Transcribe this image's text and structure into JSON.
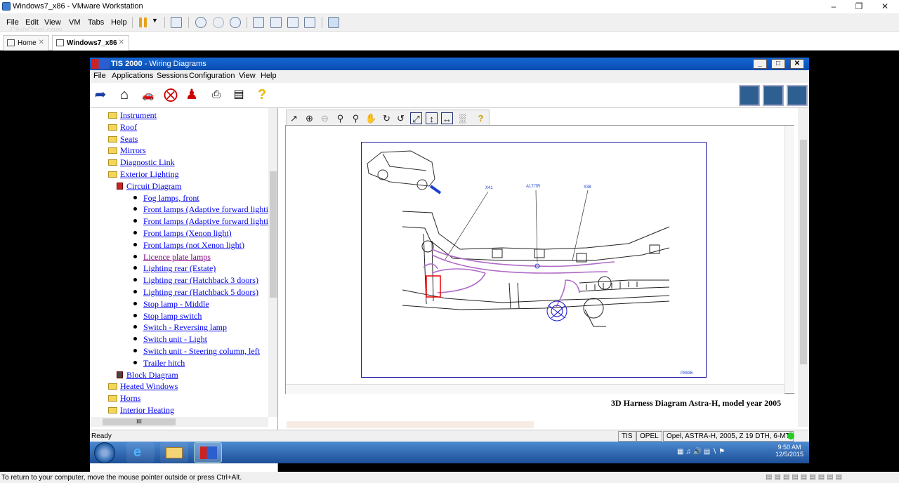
{
  "vm": {
    "title": "Windows7_x86 - VMware Workstation",
    "menu": [
      "File",
      "Edit",
      "View",
      "VM",
      "Tabs",
      "Help"
    ],
    "tabs": [
      {
        "label": "Home"
      },
      {
        "label": "Windows7_x86"
      }
    ],
    "watermark": "ClubOpel.com",
    "status": "To return to your computer, move the mouse pointer outside or press Ctrl+Alt."
  },
  "tis": {
    "title_app": "TIS 2000",
    "title_rest": " - Wiring Diagrams",
    "menu": [
      "File",
      "Applications",
      "Sessions",
      "Configuration",
      "View",
      "Help"
    ],
    "tree": [
      {
        "label": "Instrument",
        "type": "folder"
      },
      {
        "label": "Roof",
        "type": "folder"
      },
      {
        "label": "Seats",
        "type": "folder"
      },
      {
        "label": "Mirrors",
        "type": "folder"
      },
      {
        "label": "Diagnostic Link",
        "type": "folder"
      },
      {
        "label": "Exterior Lighting",
        "type": "folder-open"
      },
      {
        "label": "Circuit Diagram",
        "type": "book"
      },
      {
        "label": "Fog lamps, front",
        "type": "leaf"
      },
      {
        "label": "Front lamps (Adaptive forward lightin",
        "type": "leaf"
      },
      {
        "label": "Front lamps (Adaptive forward lightin",
        "type": "leaf"
      },
      {
        "label": "Front lamps (Xenon light)",
        "type": "leaf"
      },
      {
        "label": "Front lamps (not Xenon light)",
        "type": "leaf"
      },
      {
        "label": "Licence plate lamps",
        "type": "leaf-visited"
      },
      {
        "label": "Lighting rear (Estate)",
        "type": "leaf"
      },
      {
        "label": "Lighting rear (Hatchback 3 doors)",
        "type": "leaf"
      },
      {
        "label": "Lighting rear (Hatchback 5 doors)",
        "type": "leaf"
      },
      {
        "label": "Stop lamp - Middle",
        "type": "leaf"
      },
      {
        "label": "Stop lamp switch",
        "type": "leaf"
      },
      {
        "label": "Switch - Reversing lamp",
        "type": "leaf"
      },
      {
        "label": "Switch unit - Light",
        "type": "leaf"
      },
      {
        "label": "Switch unit - Steering column, left",
        "type": "leaf"
      },
      {
        "label": "Trailer hitch",
        "type": "leaf"
      },
      {
        "label": "Block Diagram",
        "type": "book-plain"
      },
      {
        "label": "Heated Windows",
        "type": "folder"
      },
      {
        "label": "Horns",
        "type": "folder"
      },
      {
        "label": "Interior Heating",
        "type": "folder"
      }
    ],
    "tree_hscroll_label": "III",
    "diagram": {
      "labels": {
        "x41": "X41",
        "a17": "A17/TR",
        "x38": "X38",
        "code": "P8936"
      },
      "caption": "3D Harness Diagram Astra-H, model year 2005"
    },
    "status": {
      "ready": "Ready",
      "system": "TIS",
      "brand": "OPEL",
      "vehicle": "Opel, ASTRA-H, 2005, Z 19 DTH, 6-MT"
    }
  },
  "taskbar": {
    "time": "9:50 AM",
    "date": "12/5/2015"
  }
}
